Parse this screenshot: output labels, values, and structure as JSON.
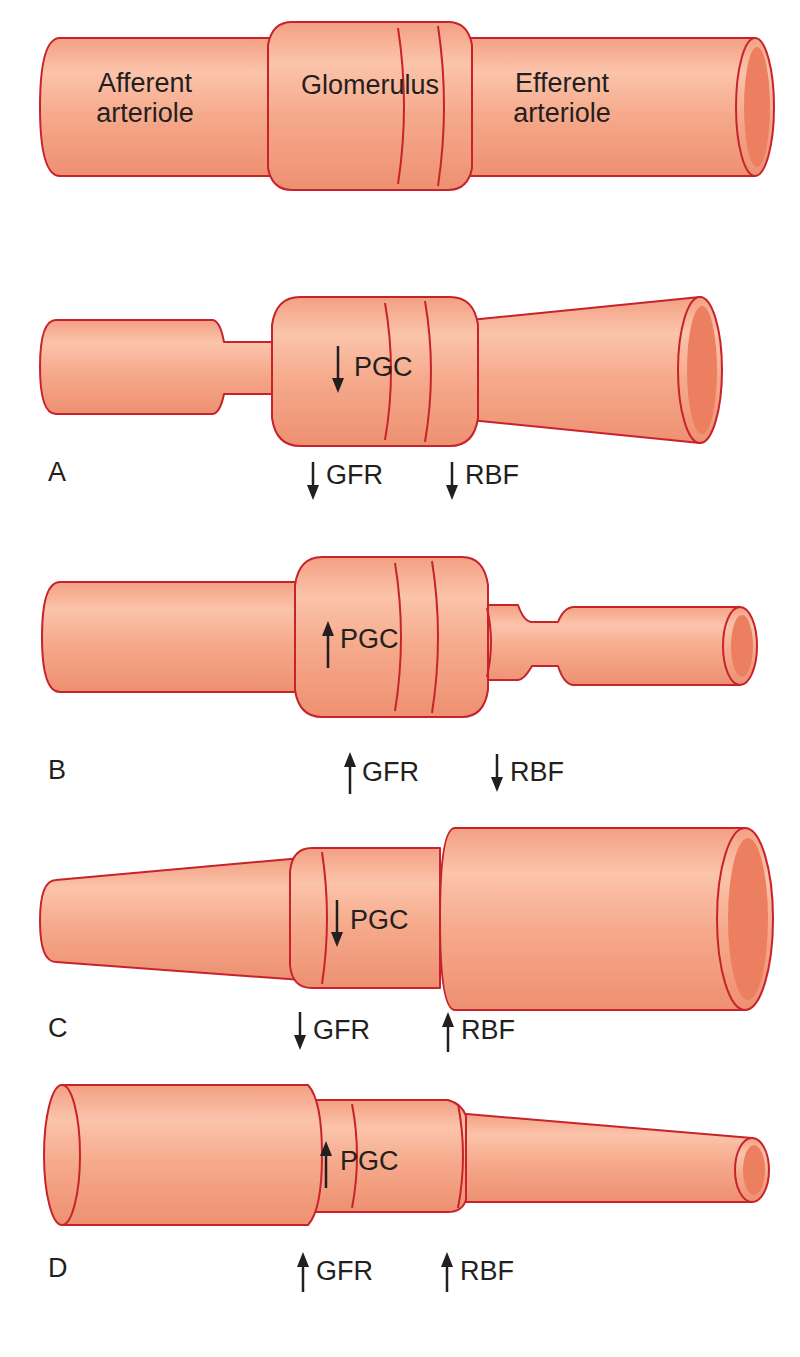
{
  "diagram": {
    "nodes": [
      {
        "text": [
          "Afferent arteriole"
        ]
      },
      {
        "text": [
          "Glomerulus"
        ]
      },
      {
        "text": [
          "Efferent arteriole"
        ]
      },
      {
        "text": [
          "PGC"
        ]
      },
      {
        "text": [
          "PGC"
        ]
      },
      {
        "text": [
          "PGC"
        ]
      },
      {
        "text": [
          "PGC"
        ]
      }
    ],
    "labels": [
      "A",
      "GFR",
      "RBF",
      "B",
      "GFR",
      "RBF",
      "C",
      "GFR",
      "RBF",
      "D",
      "GFR",
      "RBF"
    ]
  }
}
